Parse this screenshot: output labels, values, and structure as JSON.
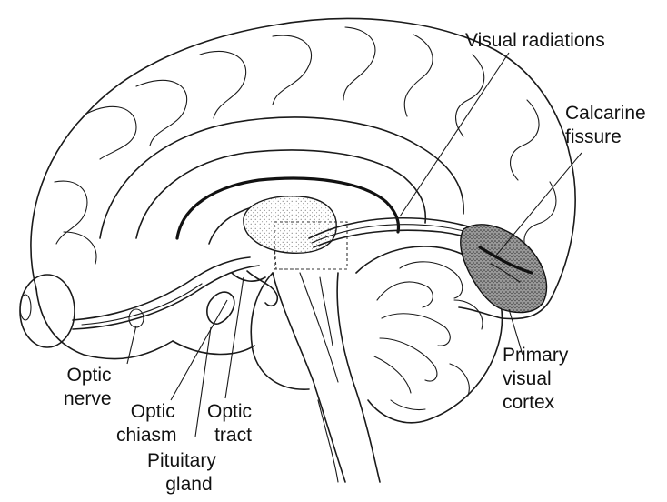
{
  "diagram": {
    "labels": {
      "visual_radiations": "Visual radiations",
      "calcarine_fissure": [
        "Calcarine",
        "fissure"
      ],
      "primary_visual_cortex": [
        "Primary",
        "visual",
        "cortex"
      ],
      "optic_nerve": [
        "Optic",
        "nerve"
      ],
      "optic_chiasm": [
        "Optic",
        "chiasm"
      ],
      "optic_tract": [
        "Optic",
        "tract"
      ],
      "pituitary_gland": [
        "Pituitary",
        "gland"
      ]
    }
  }
}
